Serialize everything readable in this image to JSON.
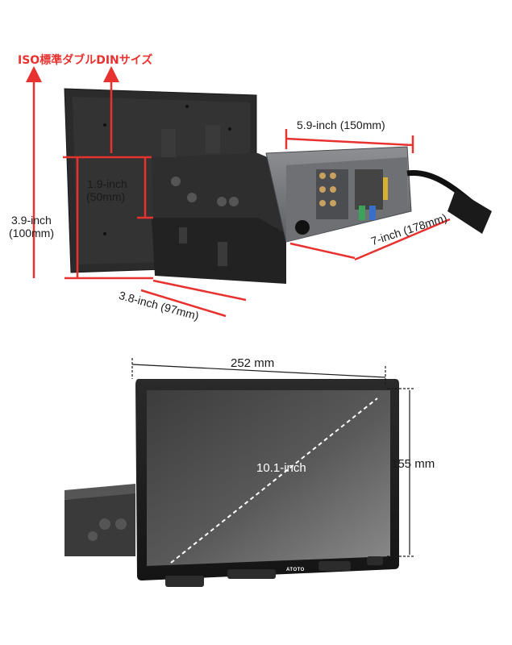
{
  "top_diagram": {
    "title": "ISO標準ダブルDINサイズ",
    "labels": {
      "depth_front": "1.9-inch",
      "depth_front_mm": "(50mm)",
      "height": "3.9-inch",
      "height_mm": "(100mm)",
      "width_top": "5.9-inch (150mm)",
      "length": "7-inch (178mm)",
      "bottom_depth": "3.8-inch (97mm)"
    }
  },
  "bottom_diagram": {
    "width_label": "252 mm",
    "height_label": "155 mm",
    "diagonal_label": "10.1-inch",
    "brand": "ATOTO"
  },
  "colors": {
    "accent_red": "#e8322f",
    "dimension_line": "#1a1a1a"
  }
}
